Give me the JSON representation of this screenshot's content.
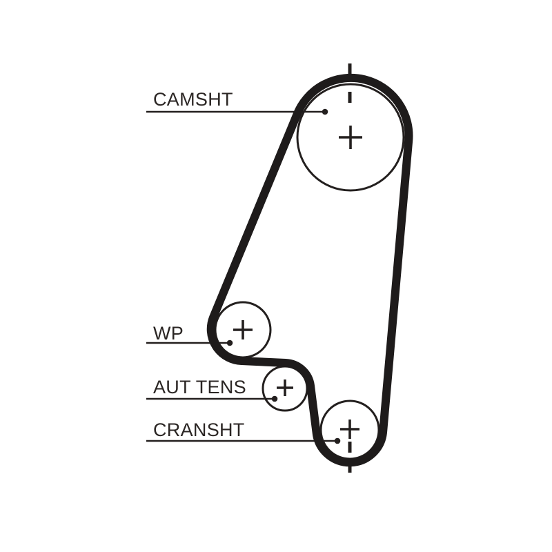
{
  "diagram": {
    "kind": "timing-belt-routing-diagram",
    "colors": {
      "background": "#ffffff",
      "line": "#231f1e",
      "belt": "#1e1b1b",
      "text": "#2b2624"
    },
    "components": {
      "camshaft": {
        "label": "CAMSHT"
      },
      "water_pump": {
        "label": "WP"
      },
      "auto_tensioner": {
        "label": "AUT TENS"
      },
      "crankshaft": {
        "label": "CRANSHT"
      }
    },
    "icons": {
      "pulley_center": "plus-cross-icon",
      "timing_mark": "dashed-tick-icon",
      "leader_end": "filled-dot-icon"
    }
  }
}
